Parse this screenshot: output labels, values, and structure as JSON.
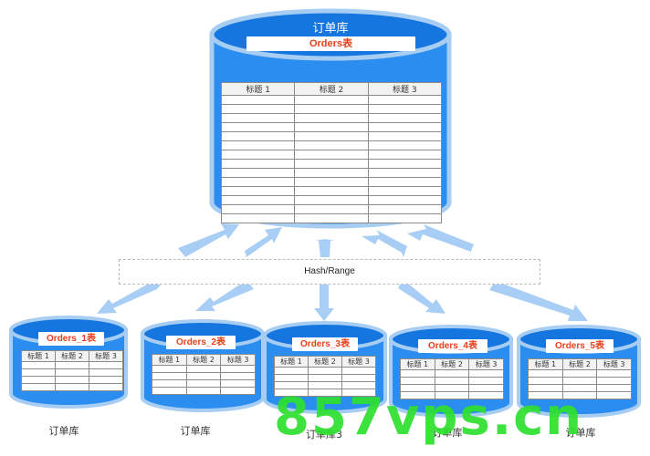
{
  "main_db": {
    "title": "订单库",
    "table_label": "Orders表",
    "columns": [
      "标题 1",
      "标题 2",
      "标题 3"
    ]
  },
  "router": {
    "label": "Hash/Range"
  },
  "shards": [
    {
      "table_label": "Orders_1表",
      "columns": [
        "标题 1",
        "标题 2",
        "标题 3"
      ],
      "db_label": "订单库"
    },
    {
      "table_label": "Orders_2表",
      "columns": [
        "标题 1",
        "标题 2",
        "标题 3"
      ],
      "db_label": "订单库"
    },
    {
      "table_label": "Orders_3表",
      "columns": [
        "标题 1",
        "标题 2",
        "标题 3"
      ],
      "db_label": "订单库3"
    },
    {
      "table_label": "Orders_4表",
      "columns": [
        "标题 1",
        "标题 2",
        "标题 3"
      ],
      "db_label": "订单库"
    },
    {
      "table_label": "Orders_5表",
      "columns": [
        "标题 1",
        "标题 2",
        "标题 3"
      ],
      "db_label": "订单库"
    }
  ],
  "watermark": "857vps.cn",
  "colors": {
    "cylinder_fill": "#2b8df0",
    "cylinder_dark": "#1676e0",
    "cylinder_stroke": "#a8cdf2",
    "arrow": "#a9cef5",
    "label_red": "#e8401c",
    "watermark_green": "#2ee02e"
  }
}
